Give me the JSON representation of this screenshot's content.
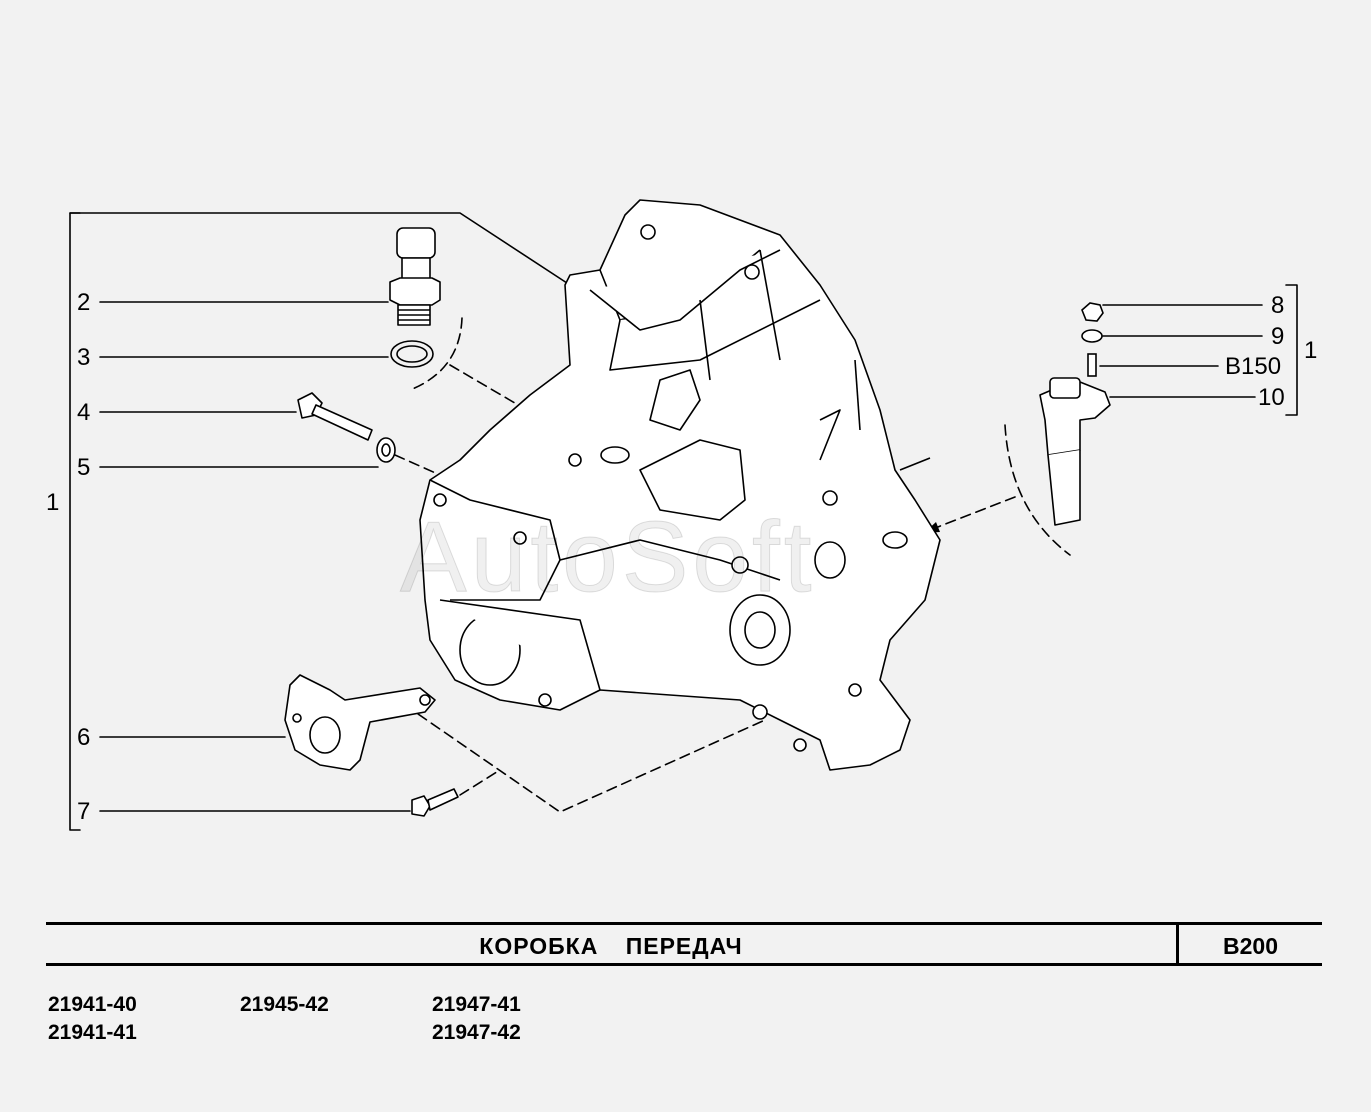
{
  "callouts": {
    "c1_left": "1",
    "c2": "2",
    "c3": "3",
    "c4": "4",
    "c5": "5",
    "c6": "6",
    "c7": "7",
    "c8": "8",
    "c9": "9",
    "cB150": "B150",
    "c10": "10",
    "c1_right": "1"
  },
  "watermark": "AutoSoft",
  "title_block": {
    "title": "КОРОБКА ПЕРЕДАЧ",
    "section_code": "B200"
  },
  "models": {
    "col1": [
      "21941-40",
      "21941-41"
    ],
    "col2": [
      "21945-42"
    ],
    "col3": [
      "21947-41",
      "21947-42"
    ]
  }
}
